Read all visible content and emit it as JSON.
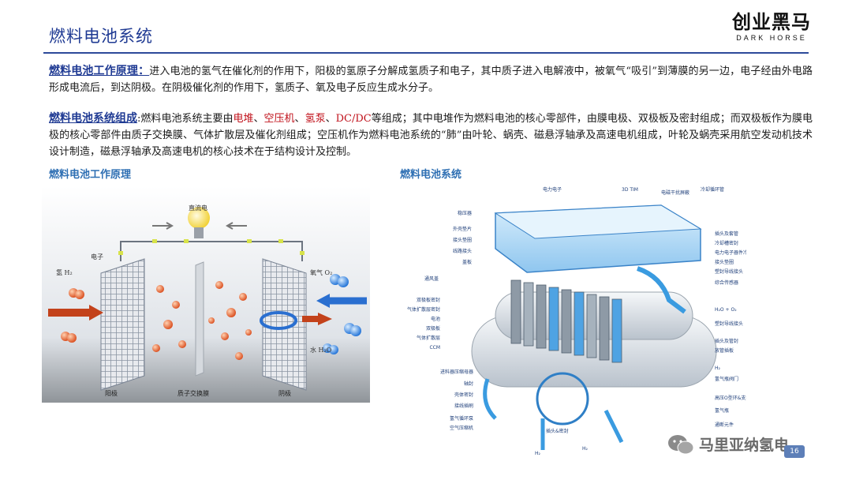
{
  "header": {
    "title": "燃料电池系统",
    "logo_cn": "创业黑马",
    "logo_en": "DARK HORSE"
  },
  "paragraph1": {
    "heading": "燃料电池工作原理：",
    "text": "进入电池的氢气在催化剂的作用下，阳极的氢原子分解成氢质子和电子，其中质子进入电解液中，被氧气“吸引”到薄膜的另一边，电子经由外电路形成电流后，到达阴极。在阴极催化剂的作用下，氢质子、氧及电子反应生成水分子。"
  },
  "paragraph2": {
    "heading": "燃料电池系统组成",
    "intro": ":燃料电池系统主要由",
    "part1": "电堆",
    "sep1": "、",
    "part2": "空压机",
    "sep2": "、",
    "part3": "氢泵",
    "sep3": "、",
    "part4": "DC/DC",
    "rest": "等组成；其中电堆作为燃料电池的核心零部件，由膜电极、双极板及密封组成；而双极板作为膜电极的核心零部件由质子交换膜、气体扩散层及催化剂组成；空压机作为燃料电池系统的“肺”由叶轮、蜗壳、磁悬浮轴承及高速电机组成，叶轮及蜗壳采用航空发动机技术设计制造，磁悬浮轴承及高速电机的核心技术在于结构设计及控制。"
  },
  "figure1": {
    "caption": "燃料电池工作原理",
    "labels": {
      "dc": "直流电",
      "electron": "电子",
      "hydrogen": "氢 H₂",
      "oxygen": "氧气 O₂",
      "water": "水 H₂O",
      "anode": "阳极",
      "membrane": "质子交换膜",
      "cathode": "阴极"
    }
  },
  "figure2": {
    "caption": "燃料电池系统",
    "labels_top": [
      "电力电子",
      "3D TIM",
      "电磁干扰屏蔽",
      "冷却循环管"
    ],
    "labels_left": [
      "稳压器",
      "外壳垫片",
      "接头垫圈",
      "线路接头",
      "盖板",
      "通风盖",
      "双极板密封",
      "气体扩散层密封",
      "电池",
      "双极板",
      "气体扩散层",
      "CCM",
      "进料器压缩母器",
      "轴封",
      "壳体密封",
      "接线插刷",
      "氢气循环泵",
      "空气压缩机"
    ],
    "labels_right": [
      "插头及套管",
      "冷却槽密封",
      "电力电子器件冷却槽",
      "接头垫圈",
      "塑封导线接头",
      "综合传感器",
      "H₂O + O₂",
      "塑封导线接头",
      "插头及管封",
      "放管插板",
      "H₂",
      "氢气瓶阀门",
      "高压O型环&支撑环",
      "氢气瓶",
      "通断元件"
    ],
    "labels_bottom": [
      "插头&密封",
      "H₂",
      "H₂"
    ]
  },
  "watermark": {
    "text": "马里亚纳氢电"
  },
  "page_number": "16"
}
